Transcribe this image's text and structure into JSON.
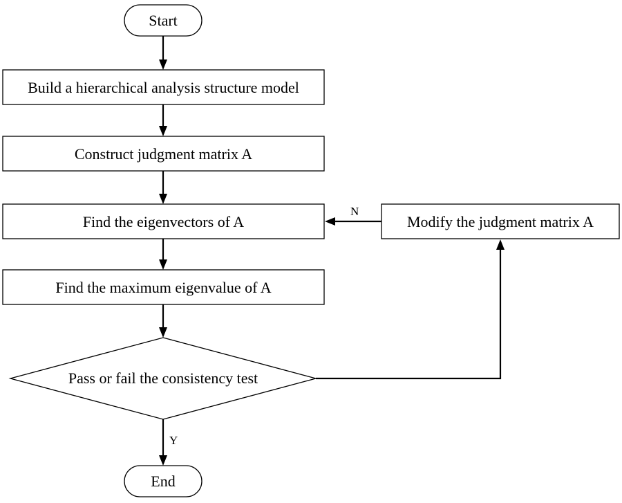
{
  "nodes": {
    "start": "Start",
    "build_model": "Build a hierarchical analysis structure model",
    "construct_matrix": "Construct judgment matrix A",
    "find_eigenvectors": "Find the eigenvectors of A",
    "find_max_eigenvalue": "Find the maximum eigenvalue of A",
    "consistency_test": "Pass or fail the consistency test",
    "modify_matrix": "Modify the judgment matrix A",
    "end": "End"
  },
  "edge_labels": {
    "no": "N",
    "yes": "Y"
  }
}
